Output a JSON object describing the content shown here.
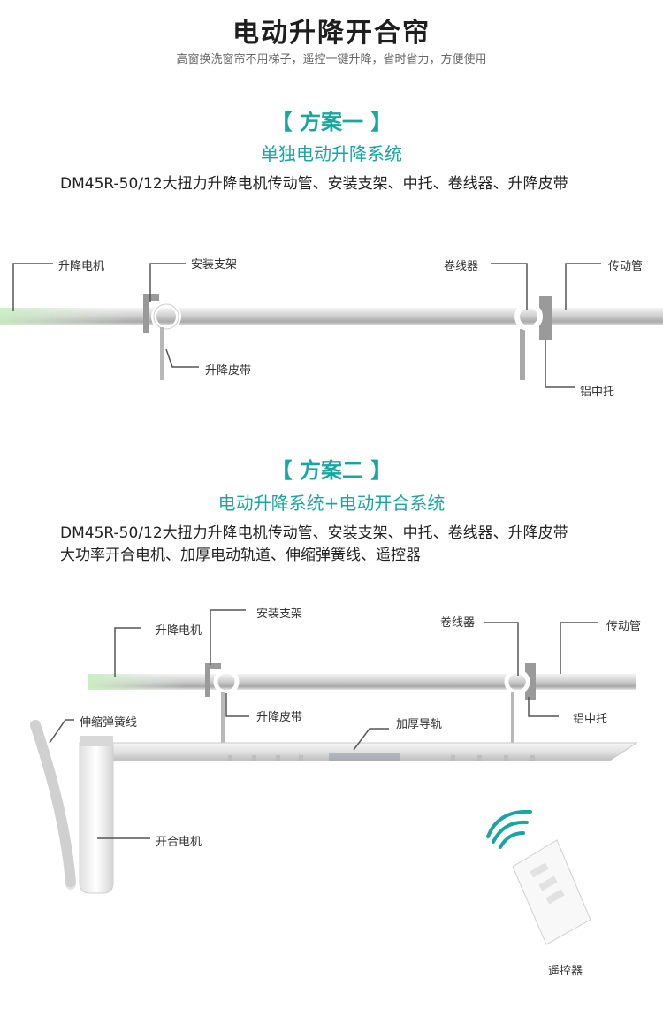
{
  "header": {
    "title": "电动升降开合帘",
    "subtitle": "高窗换洗窗帘不用梯子，遥控一键升降，省时省力，方便使用"
  },
  "plan1": {
    "heading": "【 方案一 】",
    "subheading": "单独电动升降系统",
    "description": "DM45R-50/12大扭力升降电机传动管、安装支架、中托、卷线器、升降皮带",
    "labels": {
      "motor": "升降电机",
      "bracket": "安装支架",
      "belt": "升降皮带",
      "reel": "卷线器",
      "tube": "传动管",
      "support": "铝中托"
    }
  },
  "plan2": {
    "heading": "【 方案二 】",
    "subheading": "电动升降系统+电动开合系统",
    "description_line1": "DM45R-50/12大扭力升降电机传动管、安装支架、中托、卷线器、升降皮带",
    "description_line2": "大功率开合电机、加厚电动轨道、伸缩弹簧线、遥控器",
    "labels": {
      "motor": "升降电机",
      "bracket": "安装支架",
      "belt": "升降皮带",
      "reel": "卷线器",
      "tube": "传动管",
      "support": "铝中托",
      "track": "加厚导轨",
      "spring_cable": "伸缩弹簧线",
      "open_motor": "开合电机",
      "remote": "遥控器"
    }
  },
  "colors": {
    "accent": "#1aa6a0",
    "pipe": "#c8c8c8",
    "motor_glow": "#b9e6b0"
  }
}
